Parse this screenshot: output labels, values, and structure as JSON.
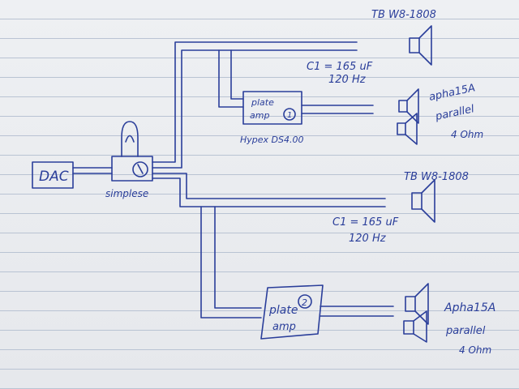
{
  "diagram": {
    "dac_label": "DAC",
    "preamp_label": "simplese",
    "plate_amp_1": {
      "line1": "plate",
      "line2": "amp",
      "number": "1",
      "model": "Hypex DS4.00"
    },
    "plate_amp_2": {
      "line1": "plate",
      "line2": "amp",
      "number": "2"
    },
    "upper_top_driver": {
      "model": "TB W8-1808"
    },
    "upper_cap": {
      "line1": "C1 = 165 uF",
      "line2": "120 Hz"
    },
    "upper_woofers": {
      "line1": "apha15A",
      "line2": "parallel",
      "line3": "4 Ohm"
    },
    "lower_top_driver": {
      "model": "TB W8-1808"
    },
    "lower_cap": {
      "line1": "C1 = 165 uF",
      "line2": "120 Hz"
    },
    "lower_woofers": {
      "line1": "Apha15A",
      "line2": "parallel",
      "line3": "4 Ohm"
    }
  }
}
